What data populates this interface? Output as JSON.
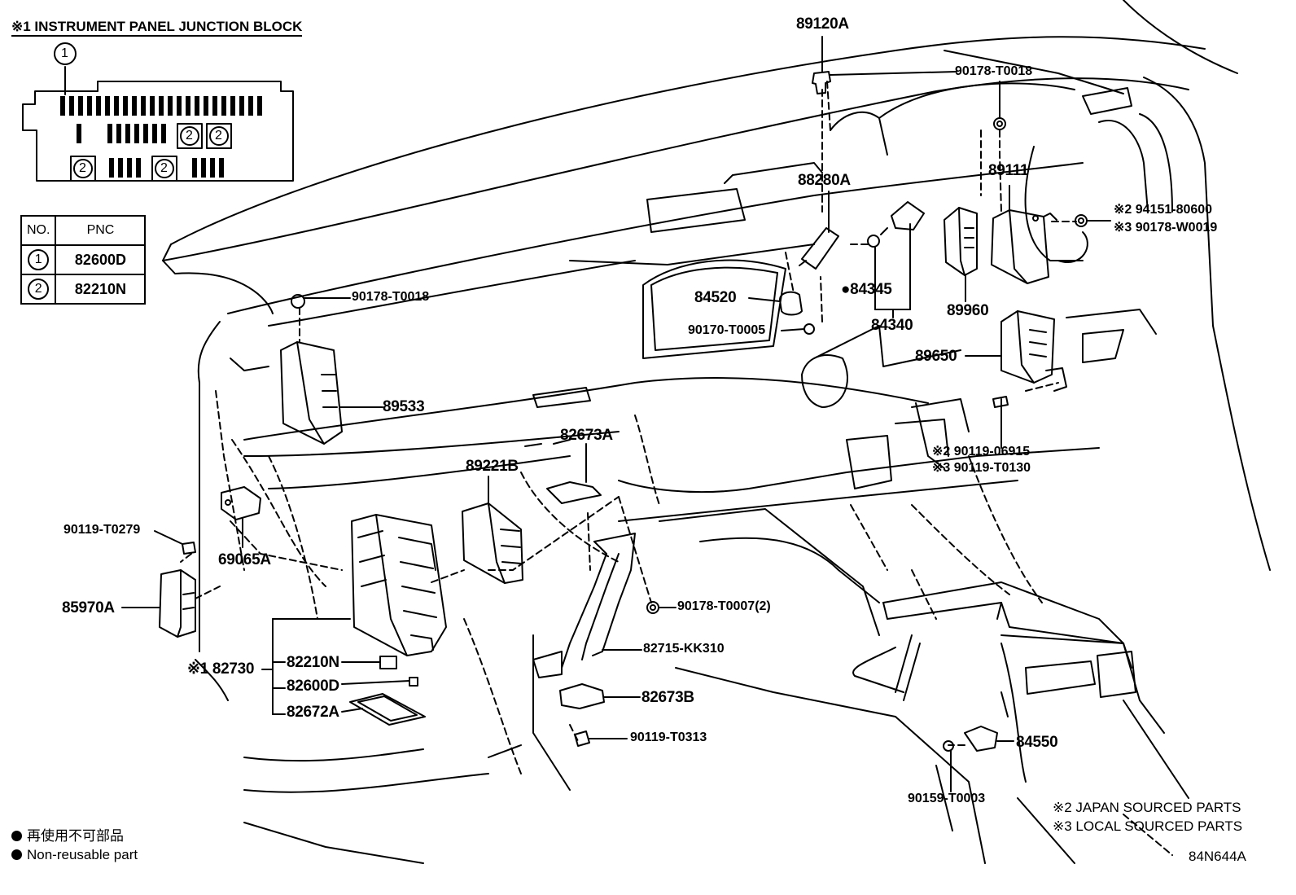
{
  "header": {
    "title": "※1 INSTRUMENT PANEL JUNCTION BLOCK"
  },
  "junction_block": {
    "callout_1": "1",
    "fuse_marker_2": "2"
  },
  "pnc_table": {
    "col_no": "NO.",
    "col_pnc": "PNC",
    "rows": [
      {
        "no": "1",
        "pnc": "82600D"
      },
      {
        "no": "2",
        "pnc": "82210N"
      }
    ]
  },
  "labels": {
    "p89120A": "89120A",
    "p90178_T0018_top": "90178-T0018",
    "p88280A": "88280A",
    "p89111": "89111",
    "p94151": "※2 94151-80600",
    "p90178_W0019": "※3 90178-W0019",
    "p90178_T0018_left": "90178-T0018",
    "p84520": "84520",
    "p84345": "●84345",
    "p90170": "90170-T0005",
    "p84340": "84340",
    "p89960": "89960",
    "p89650": "89650",
    "p89533": "89533",
    "p82673A": "82673A",
    "p90119_06915": "※2 90119-06915",
    "p90119_T0130": "※3 90119-T0130",
    "p89221B": "89221B",
    "p90119_T0279": "90119-T0279",
    "p69065A": "69065A",
    "p85970A": "85970A",
    "p90178_T0007": "90178-T0007(2)",
    "p82730": "※1 82730",
    "p82210N": "82210N",
    "p82715": "82715-KK310",
    "p82600D": "82600D",
    "p82673B": "82673B",
    "p82672A": "82672A",
    "p90119_T0313": "90119-T0313",
    "p84550": "84550",
    "p90159": "90159-T0003"
  },
  "legend": {
    "jp": "再使用不可部品",
    "en": "Non-reusable part",
    "japan_sourced": "※2 JAPAN SOURCED PARTS",
    "local_sourced": "※3 LOCAL SOURCED PARTS"
  },
  "figure_code": "84N644A"
}
